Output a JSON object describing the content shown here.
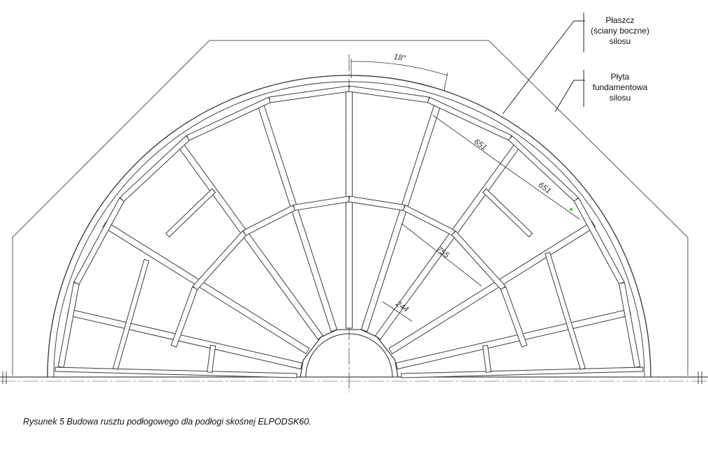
{
  "labels": {
    "callout_1": [
      "Płaszcz",
      "(ściany boczne)",
      "silosu"
    ],
    "callout_2": [
      "Płyta",
      "fundamentowa",
      "silosu"
    ]
  },
  "dimensions": {
    "angle": "18°",
    "d1": "651",
    "d2": "651",
    "d3": "755",
    "d4": "244"
  },
  "caption": "Rysunek 5 Budowa rusztu podłogowego dla podłogi skośnej ELPODSK60.",
  "colors": {
    "line": "#3a3a3a",
    "beam_fill": "#ffffff",
    "accent": "#4caf50"
  }
}
